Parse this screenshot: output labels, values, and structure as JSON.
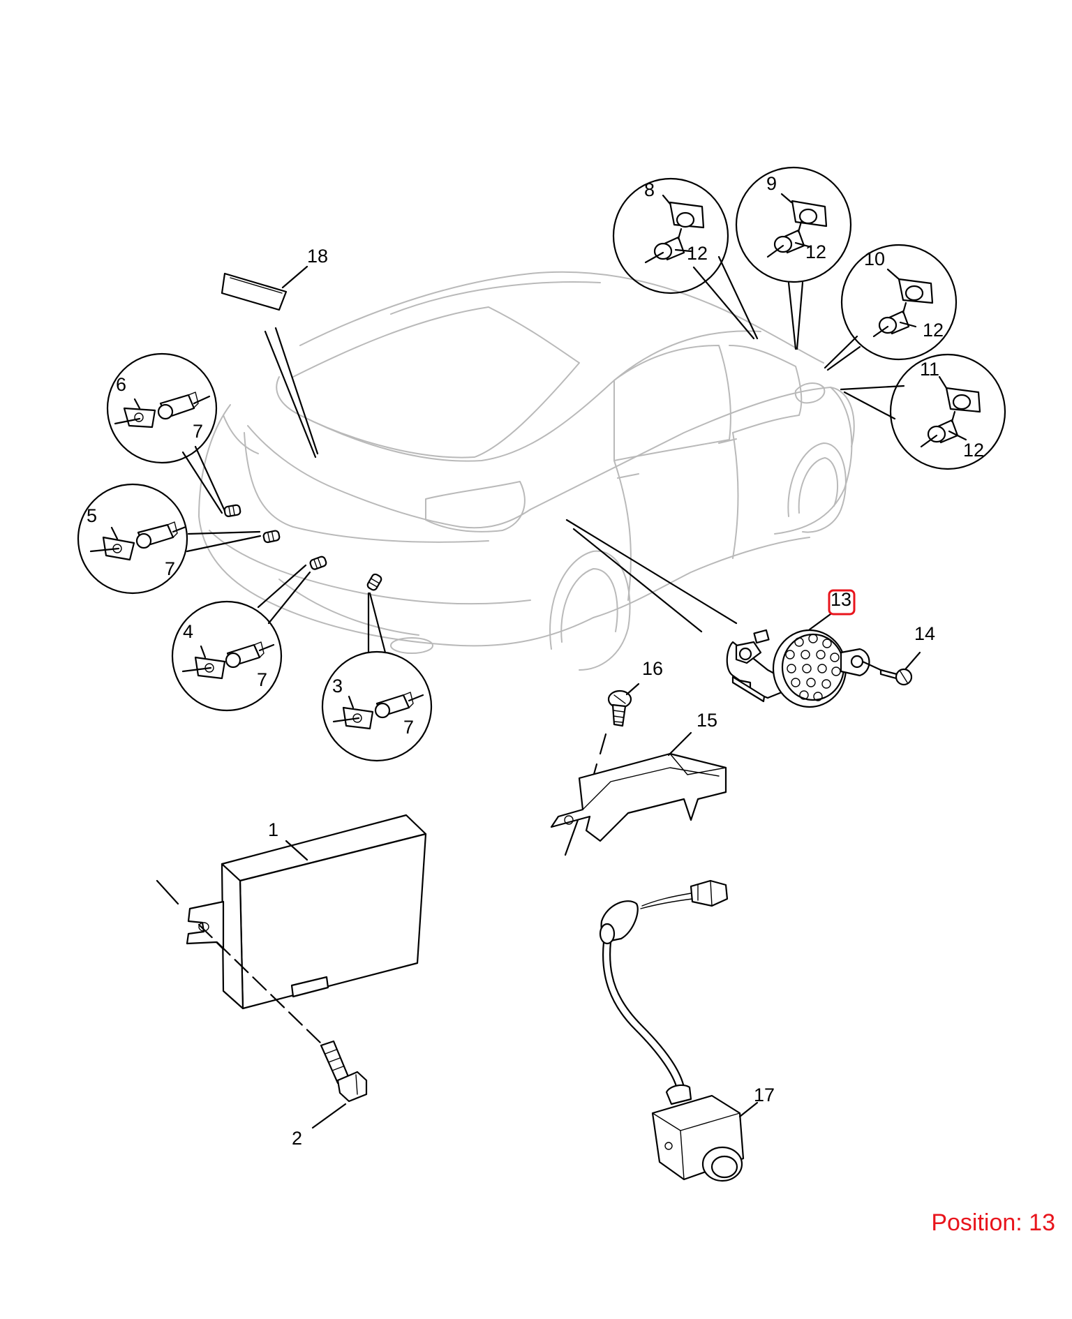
{
  "callouts": {
    "c1": "1",
    "c2": "2",
    "c3": "3",
    "c4": "4",
    "c5": "5",
    "c6": "6",
    "c7a": "7",
    "c7b": "7",
    "c7c": "7",
    "c7d": "7",
    "c8": "8",
    "c9": "9",
    "c10": "10",
    "c11": "11",
    "c12a": "12",
    "c12b": "12",
    "c12c": "12",
    "c12d": "12",
    "c13": "13",
    "c14": "14",
    "c15": "15",
    "c16": "16",
    "c17": "17",
    "c18": "18"
  },
  "selected_callout": "13",
  "position_label": "Position: 13",
  "colors": {
    "highlight": "#e8141c",
    "linework": "#000000",
    "vehicle_outline": "#b9b9b9"
  }
}
